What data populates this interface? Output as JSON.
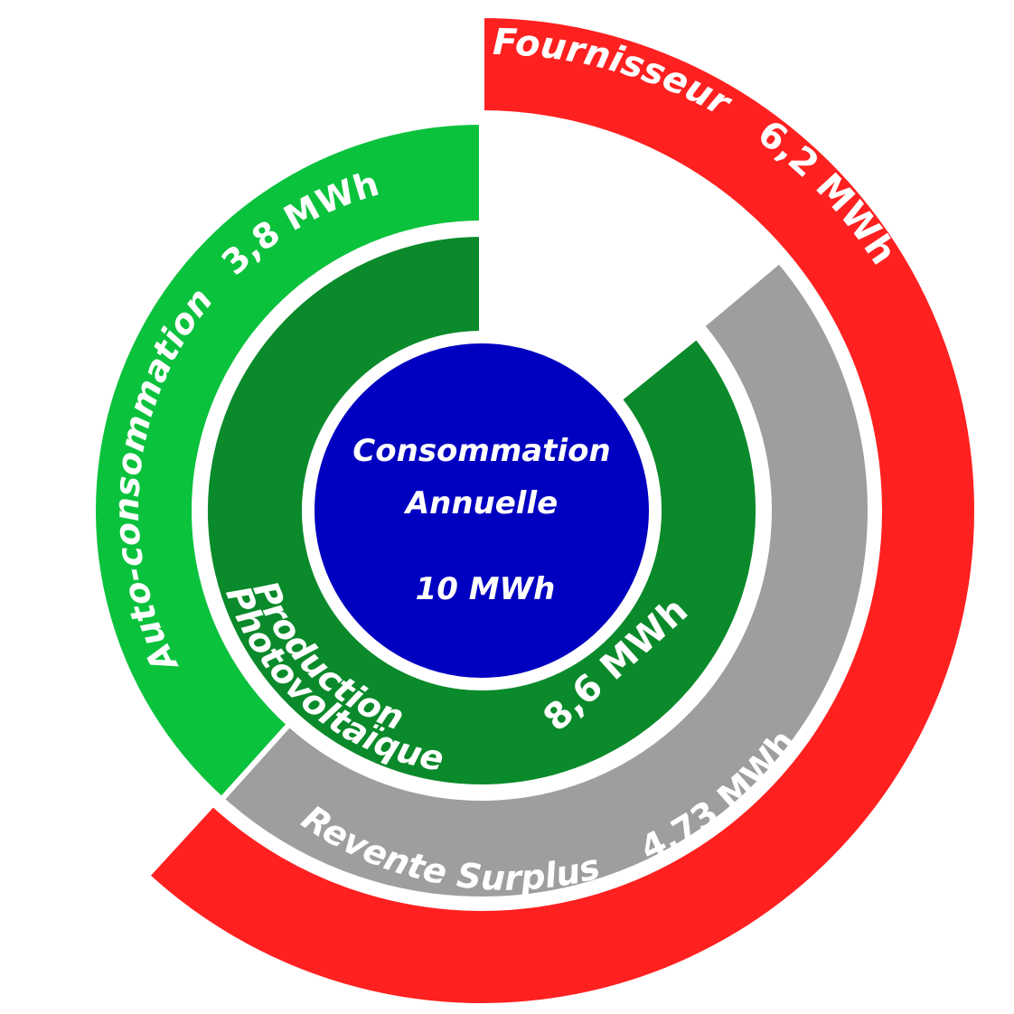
{
  "center": {
    "line1": "Consommation",
    "line2": "Annuelle",
    "value": "10 MWh",
    "color": "#0000c0"
  },
  "rings": {
    "fournisseur": {
      "label": "Fournisseur",
      "value": "6,2 MWh",
      "color": "#ff2020"
    },
    "autoconsommation": {
      "label": "Auto-consommation",
      "value": "3,8 MWh",
      "color": "#0ac23c"
    },
    "revente": {
      "label": "Revente Surplus",
      "value": "4,73 MWh",
      "color": "#9e9e9e"
    },
    "production": {
      "label_line1": "Production",
      "label_line2": "Photovoltaïque",
      "value": "8,6 MWh",
      "color": "#0a8a2a"
    }
  }
}
